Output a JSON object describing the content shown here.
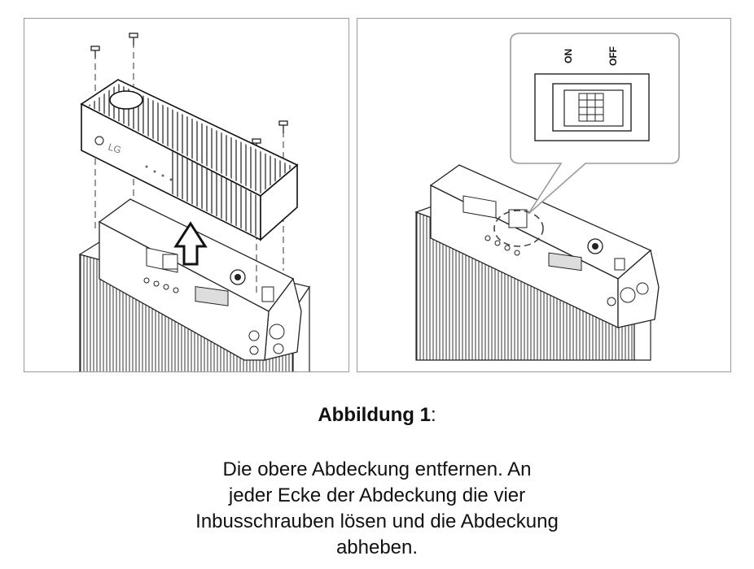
{
  "figure": {
    "logo_text": "LG",
    "switch_on": "ON",
    "switch_off": "OFF"
  },
  "caption": {
    "heading": "Abbildung 1",
    "heading_suffix": ":",
    "lines": [
      "Die obere Abdeckung entfernen. An",
      "jeder Ecke der Abdeckung die vier",
      "Inbusschrauben lösen und die Abdeckung",
      "abheben."
    ]
  }
}
